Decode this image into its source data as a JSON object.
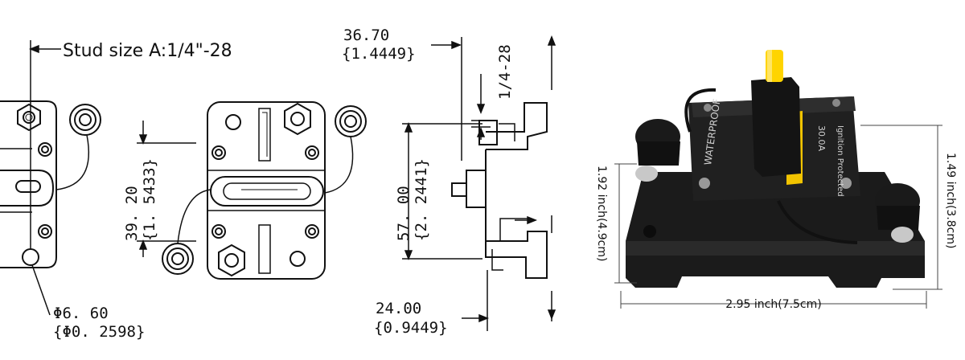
{
  "drawing": {
    "stud_size": "Stud size A:1/4\"-28",
    "hole_dia_mm": "Φ6. 60",
    "hole_dia_in": "{Φ0. 2598}",
    "height_mm": "39. 20",
    "height_in": "{1. 5433}",
    "side_width_mm": "36.70",
    "side_width_in": "{1.4449}",
    "thread": "1/4-28",
    "side_height_mm": "57. 00",
    "side_height_in": "{2. 2441}",
    "depth_mm": "24.00",
    "depth_in": "{0.9449}"
  },
  "photo": {
    "label_waterproof": "WATERPROOF",
    "label_rating": "30.0A",
    "label_ignition": "Ignition Protected",
    "dim_width": "2.95 inch(7.5cm)",
    "dim_height": "1.49 inch(3.8cm)",
    "dim_depth": "1.92 inch(4.9cm)"
  }
}
